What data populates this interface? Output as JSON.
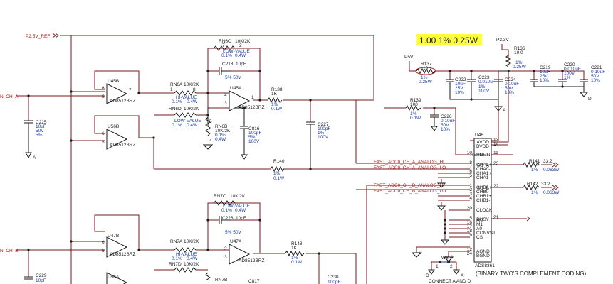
{
  "note": {
    "text": "1.00 1% 0.25W",
    "bg": "#ffff3a"
  },
  "nets": {
    "p25v_ref": "P2.5V_REF",
    "ch_a": "N_CH_A",
    "ch_b": "N_CH_B",
    "fa_hi": "FAST_ADC0_CH_A_ANALOG_HI",
    "fa_lo": "FAST_ADC0_CH_A_ANALOG_LO",
    "fb_hi": "FAST_ADC0_CH_B_ANALOG_HI",
    "fb_lo": "FAST_ADC0_CH_B_ANALOG_LO",
    "p5v": "P5V",
    "p33v": "P3.3V",
    "gnd_a": "A",
    "gnd_d": "D",
    "connect_ad": "CONNECT A AND D"
  },
  "opamps": {
    "u45b": "U45B",
    "u45a": "U45A",
    "u56b": "U56B",
    "u47b": "U47B",
    "u47a": "U47A",
    "u56a": "U56A",
    "part": "AD8512BRZ",
    "pins": {
      "p5": "5",
      "p6": "6",
      "p7": "7",
      "p2": "2",
      "p3": "3",
      "p1": "1"
    }
  },
  "resistors": {
    "rn6a": "RN6A",
    "rn6b": "RN6B",
    "rn6c": "RN6C",
    "rn6d": "RN6D",
    "rn7a": "RN7A",
    "rn7b": "RN7B",
    "rn7c": "RN7C",
    "rn7d": "RN7D",
    "r136": "R136",
    "r137": "R137",
    "r138": "R138",
    "r139": "R139",
    "r140": "R140",
    "r141": "R141",
    "r142": "R142",
    "r143": "R143",
    "val_10k2k": "10K/2K",
    "val_10": "10",
    "val_10p0": "10.0",
    "val_1k": "1K",
    "val_100": "100",
    "val_33": "33.2",
    "tol_1": "1%",
    "pw_025": "0.25W",
    "pw_01": "0.1W",
    "pw_0063": "0.063W",
    "tol_01": "0.1%",
    "pw_04": "0.4W",
    "low_value": "LOW-VALUE",
    "hi_value": "HI-VALUE",
    "pin_1": "1",
    "pin_2": "2",
    "pin_3": "3",
    "pin_4": "4",
    "pin_5": "5",
    "pin_6": "6",
    "pin_7": "7",
    "pin_8": "8"
  },
  "capacitors": {
    "c225": "C225",
    "c229": "C229",
    "c218": "C218",
    "c226": "C226",
    "c816": "C816",
    "c817": "C817",
    "c227": "C227",
    "c228": "C228",
    "c230": "C230",
    "c219": "C219",
    "c220": "C220",
    "c221": "C221",
    "c222": "C222",
    "c223": "C223",
    "c224": "C224",
    "v10uf": "10uF",
    "v10pf": "10pF",
    "v100pf": "100pF",
    "v0p10uf": "0.10uF",
    "v0p010uf": "0.010uF",
    "v50v": "50V",
    "v25v": "25V",
    "v100v": "100V",
    "v5pct": "5%",
    "v10pct": "10%",
    "v1pct": "1%",
    "v5pct_50v": "5%    50V"
  },
  "adc": {
    "ref": "U46",
    "part": "ADS8361",
    "pins_left": [
      "REFIN",
      "CHA0+",
      "CHA0-",
      "CHA1+",
      "CHA1-",
      "CHB0+",
      "CHB0-",
      "CHB1+",
      "CHB1-",
      "CLOCK",
      "M0",
      "M1",
      "A0",
      "CONVST",
      "CS",
      "AGND",
      "BGND"
    ],
    "nums_left": [
      "10",
      "8",
      "7",
      "6",
      "5",
      "1",
      "2",
      "3",
      "4",
      "20",
      "15",
      "16",
      "17",
      "18",
      "19",
      "12",
      "24"
    ],
    "pins_right": [
      "AVDD",
      "BVDD",
      "REFOUT",
      "SD_A",
      "SD_B",
      "BUSY"
    ],
    "nums_right": [
      "13",
      "14",
      "11",
      "23",
      "22",
      "21"
    ],
    "coding_note": "(BINARY TWO'S COMPLEMENT CODING)"
  },
  "jumper": {
    "ref": "W3",
    "pins": [
      "1",
      "2"
    ]
  }
}
